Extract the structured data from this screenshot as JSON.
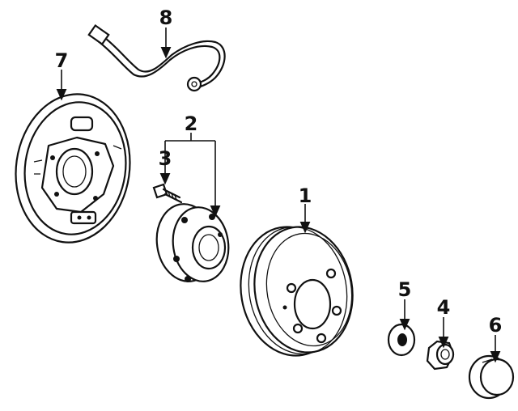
{
  "diagram": {
    "callouts": [
      {
        "id": "1",
        "label": "1"
      },
      {
        "id": "2",
        "label": "2"
      },
      {
        "id": "3",
        "label": "3"
      },
      {
        "id": "4",
        "label": "4"
      },
      {
        "id": "5",
        "label": "5"
      },
      {
        "id": "6",
        "label": "6"
      },
      {
        "id": "7",
        "label": "7"
      },
      {
        "id": "8",
        "label": "8"
      }
    ],
    "colors": {
      "ink": "#111111",
      "background": "#ffffff"
    }
  }
}
